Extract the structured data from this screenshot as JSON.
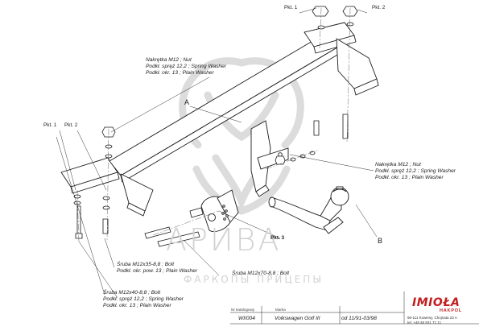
{
  "watermark": {
    "title": "АРИВА",
    "subtitle": "ФАРКОПЫ ПРИЦЕПЫ"
  },
  "parts": {
    "A": "A",
    "B": "B",
    "pkt1_top": "Pkt. 1",
    "pkt2_top": "Pkt. 2",
    "pkt1_left": "Pkt. 1",
    "pkt2_left": "Pkt. 2",
    "pkt3": "Pkt. 3"
  },
  "callouts": {
    "nut_top": [
      "Nakrętka  M12 ; Nut",
      "Podkł. spręż 12,2 ; Spring Washer",
      "Podkł. okr. 13 ; Plain Washer"
    ],
    "nut_right": [
      "Nakrętka  M12 ; Nut",
      "Podkł. spręż 12,2 ; Spring Washer",
      "Podkł. okr. 13 ; Plain Washer"
    ],
    "bolt_35": [
      "Śruba M12x35-8,8 ;  Bolt",
      "Podkł. okr. pow. 13 ; Plain Washer"
    ],
    "bolt_70": [
      "Śruba M12x70-8,8 ;  Bolt"
    ],
    "bolt_40": [
      "Śruba M12x40-8,8 ;  Bolt",
      "Podkł. spręż 12,2 ; Spring Washer",
      "Podkł. okr. 13 ; Plain Washer"
    ]
  },
  "info": {
    "catalog_label": "Nr katalogowy",
    "catalog_value": "WI/004",
    "brand_label": "Marka",
    "brand_value": "Volkswagen Golf III",
    "date_value": "od 11/91-03/98"
  },
  "company": {
    "name": "IMIOŁA",
    "sub": "HAKPOL",
    "address": [
      "96-111 Kowiesy, Chojnata 23 A",
      "tel. +48 46 831 71 11"
    ],
    "brand_color": "#c31d1d"
  }
}
